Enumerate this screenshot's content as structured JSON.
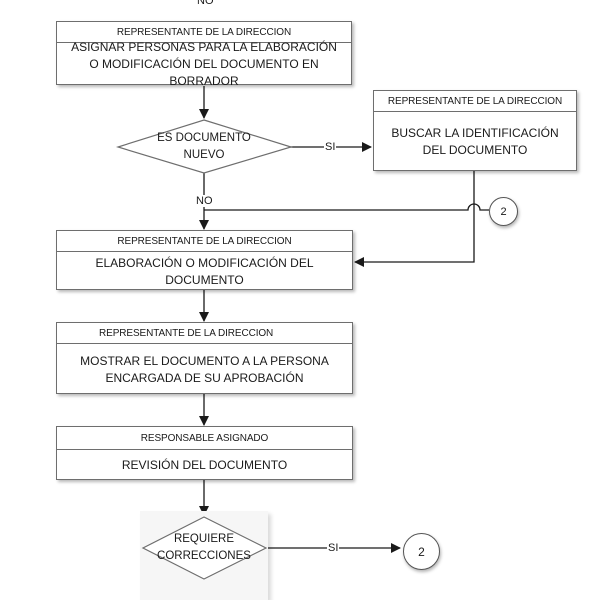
{
  "flow": {
    "top_label": "NO",
    "box1": {
      "header": "REPRESENTANTE DE LA DIRECCION",
      "body": "ASIGNAR PERSONAS PARA LA ELABORACIÓN O MODIFICACIÓN DEL DOCUMENTO EN BORRADOR"
    },
    "decision1": {
      "text": "ES DOCUMENTO NUEVO",
      "yes_label": "SI",
      "no_label": "NO"
    },
    "box_side": {
      "header": "REPRESENTANTE DE LA DIRECCION",
      "body": "BUSCAR LA IDENTIFICACIÓN DEL DOCUMENTO"
    },
    "connector1": "2",
    "box2": {
      "header": "REPRESENTANTE DE LA DIRECCION",
      "body": "ELABORACIÓN O MODIFICACIÓN DEL DOCUMENTO"
    },
    "box3": {
      "header": "REPRESENTANTE DE LA DIRECCION",
      "body": "MOSTRAR EL DOCUMENTO A LA PERSONA ENCARGADA DE SU APROBACIÓN"
    },
    "box4": {
      "header": "RESPONSABLE ASIGNADO",
      "body": "REVISIÓN DEL DOCUMENTO"
    },
    "decision2": {
      "text": "REQUIERE CORRECCIONES",
      "yes_label": "SI"
    },
    "connector2": "2"
  },
  "colors": {
    "line": "#1a1a1a",
    "border": "#6e6e6e"
  }
}
